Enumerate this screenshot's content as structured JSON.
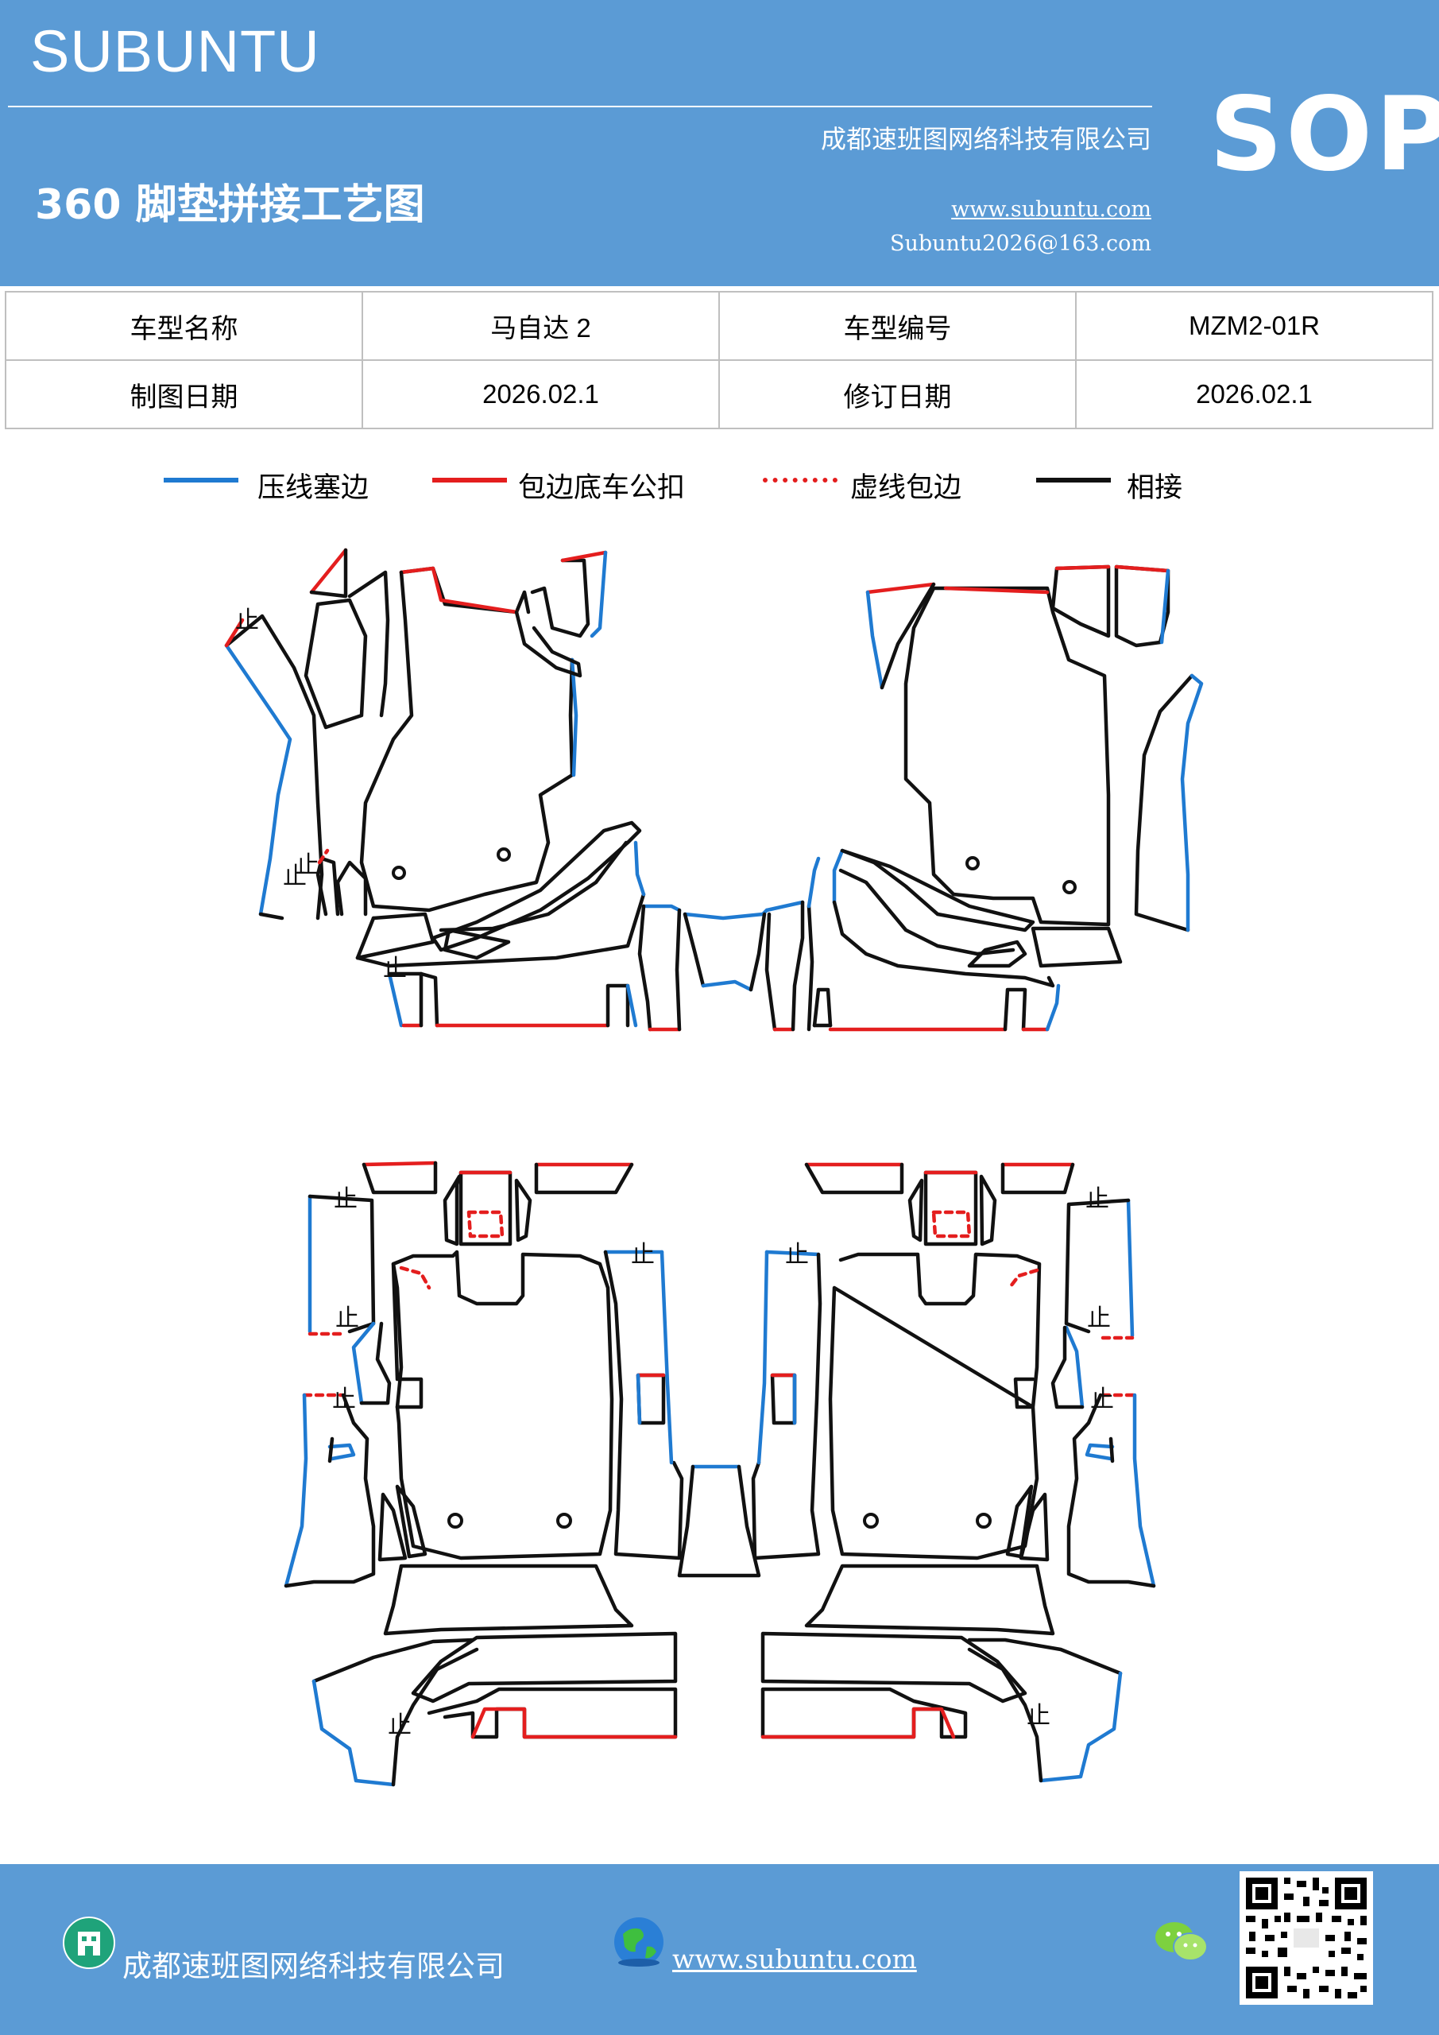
{
  "header": {
    "brand": "SUBUNTU",
    "badge": "SOP",
    "title": "360 脚垫拼接工艺图",
    "company": "成都速班图网络科技有限公司",
    "website": "www.subuntu.com",
    "email": "Subuntu2026@163.com"
  },
  "info_table": {
    "rows": [
      {
        "label1": "车型名称",
        "value1": "马自达 2",
        "label2": "车型编号",
        "value2": "MZM2-01R"
      },
      {
        "label1": "制图日期",
        "value1": "2026.02.1",
        "label2": "修订日期",
        "value2": "2026.02.1"
      }
    ]
  },
  "legend": [
    {
      "label": "压线塞边",
      "color": "#1f7ad1",
      "style": "solid"
    },
    {
      "label": "包边底车公扣",
      "color": "#e41e1e",
      "style": "solid"
    },
    {
      "label": "虚线包边",
      "color": "#e41e1e",
      "style": "dotted"
    },
    {
      "label": "相接",
      "color": "#111111",
      "style": "solid"
    }
  ],
  "drawing": {
    "marker_glyph": "止"
  },
  "footer": {
    "company": "成都速班图网络科技有限公司",
    "website": "www.subuntu.com",
    "icons": [
      "building-icon",
      "globe-icon",
      "wechat-icon",
      "qr-code"
    ]
  }
}
